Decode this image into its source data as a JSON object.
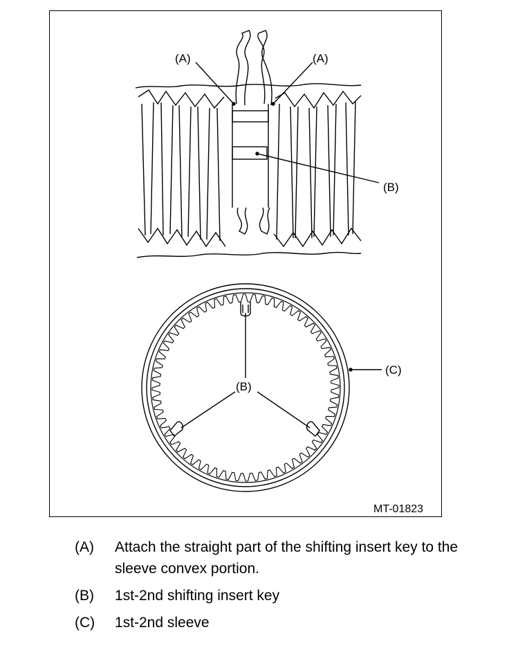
{
  "figure": {
    "id": "MT-01823",
    "callouts": {
      "a_left": "(A)",
      "a_right": "(A)",
      "b_top": "(B)",
      "b_bottom": "(B)",
      "c": "(C)"
    }
  },
  "legend": [
    {
      "key": "(A)",
      "text": "Attach the straight part of the shifting insert key to the sleeve convex portion."
    },
    {
      "key": "(B)",
      "text": "1st-2nd shifting insert key"
    },
    {
      "key": "(C)",
      "text": "1st-2nd sleeve"
    }
  ]
}
